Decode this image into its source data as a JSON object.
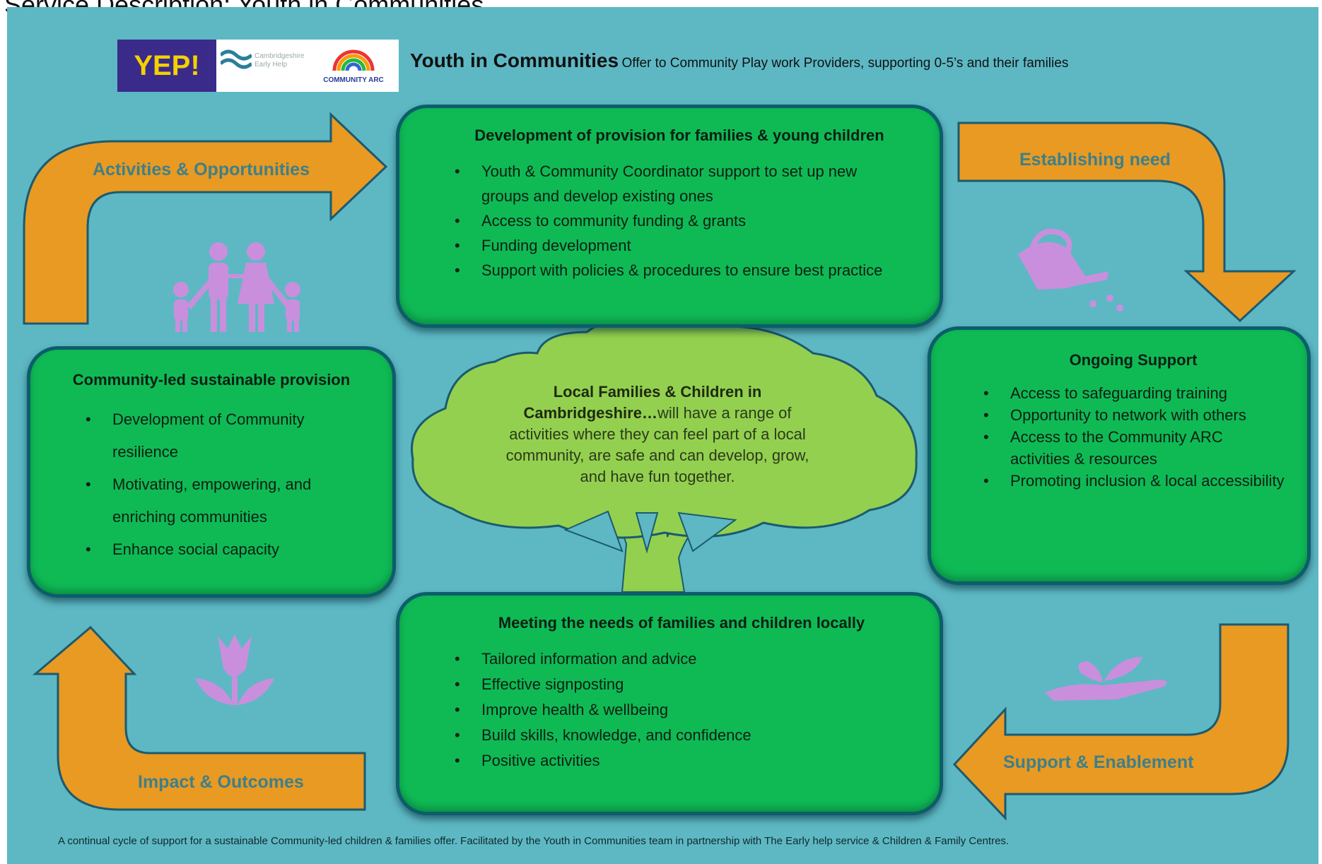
{
  "page_title": "Service Description: Youth in Communities",
  "header": {
    "title": "Youth in Communities",
    "subtitle": "Offer to Community Play work Providers, supporting 0-5’s and their families"
  },
  "logos": {
    "yep": "YEP!",
    "cef_label": "Cambridgeshire Early Help",
    "arc": "COMMUNITY ARC"
  },
  "arrows": {
    "top_left": "Activities & Opportunities",
    "top_right": "Establishing need",
    "bottom_right": "Support & Enablement",
    "bottom_left": "Impact & Outcomes"
  },
  "boxes": {
    "development": {
      "title": "Development of provision for families & young children",
      "items": [
        "Youth & Community Coordinator support to set up new groups and develop existing ones",
        "Access to community funding & grants",
        "Funding development",
        "Support with policies & procedures to ensure best practice"
      ]
    },
    "ongoing": {
      "title": "Ongoing Support",
      "items": [
        "Access to safeguarding training",
        "Opportunity to network with others",
        "Access to the Community ARC activities & resources",
        "Promoting inclusion & local accessibility"
      ]
    },
    "meeting": {
      "title": "Meeting the needs of families and children locally",
      "items": [
        "Tailored information and advice",
        "Effective signposting",
        "Improve health & wellbeing",
        "Build skills, knowledge, and confidence",
        "Positive activities"
      ]
    },
    "community": {
      "title": "Community-led sustainable provision",
      "items": [
        "Development of Community resilience",
        "Motivating, empowering, and enriching communities",
        "Enhance social capacity"
      ]
    }
  },
  "tree": {
    "bold": "Local Families & Children in Cambridgeshire…",
    "text": "will have a range of activities where they can feel part of a local community, are safe and can develop, grow, and have fun together."
  },
  "footer": "A continual cycle of support for a sustainable Community-led children & families offer. Facilitated by the Youth in Communities team in partnership with The Early help service & Children & Family Centres.",
  "colors": {
    "background": "#5db8c4",
    "box_green": "#0fba55",
    "arrow_orange": "#e89a22",
    "icon_lilac": "#c98fdc",
    "tree_green": "#93d04f"
  },
  "icons": [
    "family-icon",
    "watering-can-icon",
    "seedling-hand-icon",
    "tulip-icon",
    "tree-icon"
  ]
}
